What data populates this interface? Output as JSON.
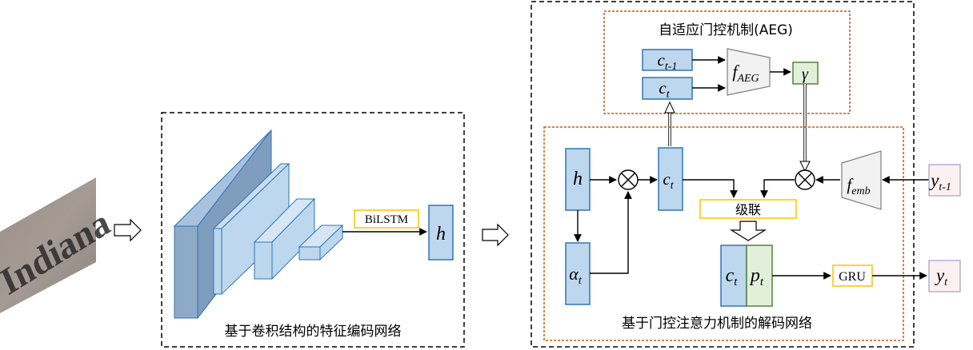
{
  "input_image": {
    "word": "Indiana"
  },
  "encoder": {
    "caption": "基于卷积结构的特征编码网络",
    "bilstm_label": "BiLSTM",
    "output_label": "h"
  },
  "aeg": {
    "title": "自适应门控机制(AEG)",
    "c_prev": {
      "base": "c",
      "sub": "t-1"
    },
    "c_cur": {
      "base": "c",
      "sub": "t"
    },
    "f_aeg": {
      "base": "f",
      "sub": "AEG"
    },
    "gamma": "γ"
  },
  "decoder": {
    "caption": "基于门控注意力机制的解码网络",
    "h_label": "h",
    "alpha": {
      "base": "α",
      "sub": "t"
    },
    "ct": {
      "base": "c",
      "sub": "t"
    },
    "concat_label": "级联",
    "ct_pt": {
      "c": "c",
      "c_sub": "t",
      "p": "p",
      "p_sub": "t"
    },
    "gru_label": "GRU",
    "f_emb": {
      "base": "f",
      "sub": "emb"
    },
    "y_prev": {
      "base": "y",
      "sub": "t-1"
    },
    "y_out": {
      "base": "y",
      "sub": "t"
    }
  },
  "colors": {
    "block_blue": "#bdd7ee",
    "block_blue_stroke": "#2e75b6",
    "cnn_dark": "#8faac6",
    "gray_block": "#f2f2f2",
    "green_block": "#e2f0d9",
    "green_stroke": "#548235",
    "orange_dashed": "#c55a11",
    "yellow_stroke": "#ffc000",
    "pink_block": "#fdf0f0",
    "pink_stroke": "#a0a0c8"
  }
}
